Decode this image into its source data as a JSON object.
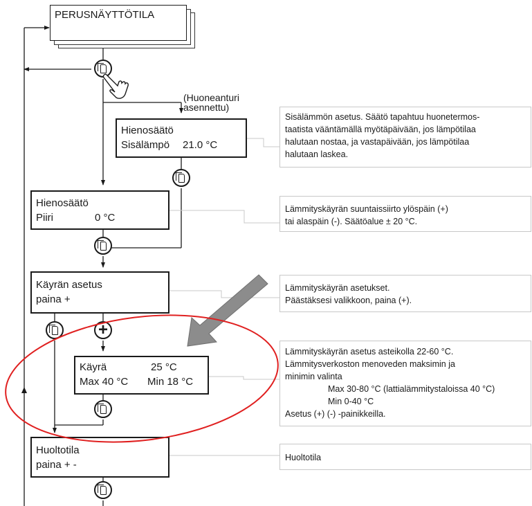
{
  "boxes": {
    "main": "PERUSNÄYTTÖTILA",
    "room_note": [
      "(Huoneanturi",
      "asennettu)"
    ],
    "fine_room": {
      "title": "Hienosäätö",
      "label": "Sisälämpö",
      "value": "21.0 °C"
    },
    "fine_circuit": {
      "title": "Hienosäätö",
      "label": "Piiri",
      "value": "0 °C"
    },
    "curve_setting": {
      "line1": "Käyrän asetus",
      "line2": "paina +"
    },
    "curve": {
      "l1_label": "Käyrä",
      "l1_value": "25 °C",
      "l2_label": "Max 40 °C",
      "l2_value": "Min 18 °C"
    },
    "service": {
      "line1": "Huoltotila",
      "line2": "paina + -"
    }
  },
  "notes": {
    "room": [
      "Sisälämmön asetus. Säätö tapahtuu huonetermos-",
      "taatista vääntämällä myötäpäivään, jos lämpötilaa",
      "halutaan nostaa, ja vastapäivään, jos lämpötilaa",
      "halutaan laskea."
    ],
    "circuit": [
      "Lämmityskäyrän suuntaissiirto ylöspäin (+)",
      "tai alaspäin (-). Säätöalue ± 20 °C."
    ],
    "curve_setting": [
      "Lämmityskäyrän asetukset.",
      "Päästäksesi valikkoon, paina (+)."
    ],
    "curve": [
      "Lämmityskäyrän asetus asteikolla 22-60 °C.",
      "Lämmitysverkoston menoveden maksimin ja",
      "minimin valinta",
      "Max 30-80 °C (lattialämmitystaloissa 40 °C)",
      "Min 0-40 °C",
      "Asetus (+) (-) -painikkeilla."
    ],
    "service": "Huoltotila"
  },
  "buttons": {
    "plus": "+"
  },
  "colors": {
    "line": "#1a1a1a",
    "note_border": "#c8c8c8",
    "highlight_ellipse": "#e02020",
    "arrow": "#8c8c8c"
  }
}
